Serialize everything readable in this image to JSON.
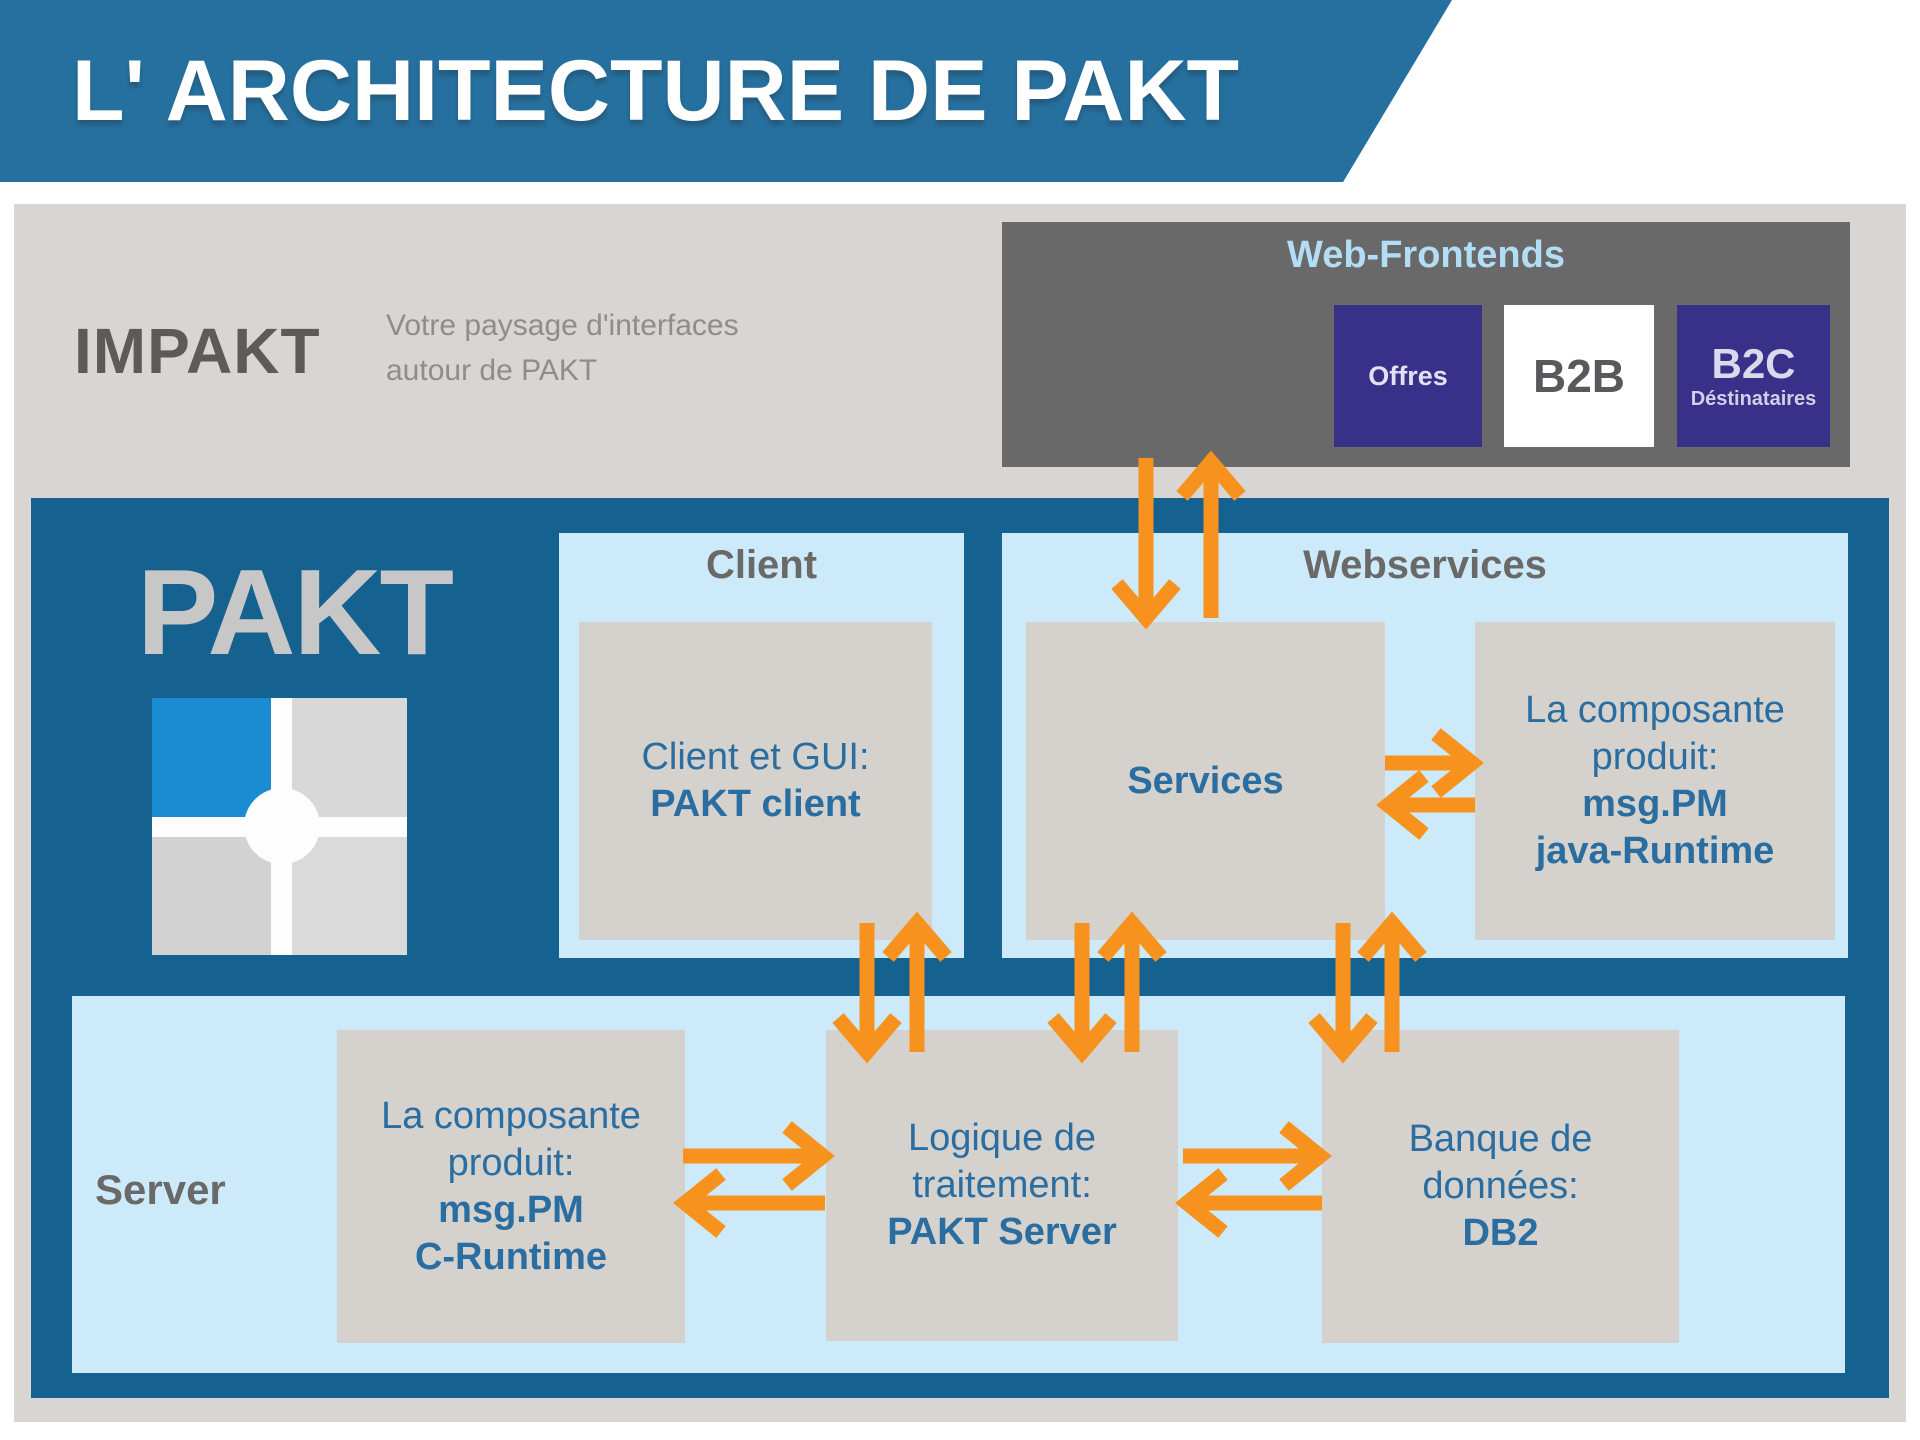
{
  "banner": {
    "title": "L' ARCHITECTURE DE PAKT"
  },
  "impakt": {
    "label": "IMPAKT",
    "subtitle_line1": "Votre paysage d'interfaces",
    "subtitle_line2": "autour de PAKT"
  },
  "web_frontends": {
    "title": "Web-Frontends",
    "boxes": [
      {
        "label": "Offres"
      },
      {
        "label": "B2B"
      },
      {
        "label": "B2C",
        "sublabel": "Déstinataires"
      }
    ]
  },
  "pakt": {
    "wordmark": "PAKT",
    "client": {
      "heading": "Client",
      "box_line1": "Client et GUI:",
      "box_line2": "PAKT client"
    },
    "webservices": {
      "heading": "Webservices",
      "services_label": "Services",
      "component_box": {
        "line1": "La composante",
        "line2": "produit:",
        "line3": "msg.PM",
        "line4": "java-Runtime"
      }
    },
    "server": {
      "heading": "Server",
      "c_runtime_box": {
        "line1": "La composante",
        "line2": "produit:",
        "line3": "msg.PM",
        "line4": "C-Runtime"
      },
      "pakt_server_box": {
        "line1": "Logique de",
        "line2": "traitement:",
        "line3": "PAKT Server"
      },
      "db2_box": {
        "line1": "Banque de",
        "line2": "données:",
        "line3": "DB2"
      }
    }
  },
  "connections": [
    {
      "from": "Web-Frontends",
      "to": "Services",
      "bidirectional": true
    },
    {
      "from": "Client (PAKT client)",
      "to": "PAKT Server",
      "bidirectional": true
    },
    {
      "from": "Services",
      "to": "PAKT Server",
      "bidirectional": true
    },
    {
      "from": "Webservices",
      "to": "Banque de données DB2",
      "bidirectional": true
    },
    {
      "from": "Services",
      "to": "msg.PM java-Runtime",
      "bidirectional": true
    },
    {
      "from": "msg.PM C-Runtime",
      "to": "PAKT Server",
      "bidirectional": true
    },
    {
      "from": "PAKT Server",
      "to": "DB2",
      "bidirectional": true
    }
  ],
  "colors": {
    "banner_blue": "#26709f",
    "container_blue": "#15618f",
    "light_blue": "#cdeafa",
    "panel_gray": "#d8d5d2",
    "box_gray": "#d5d2cd",
    "frontend_dark_gray": "#696969",
    "indigo": "#39308a",
    "orange": "#f6921d",
    "text_blue": "#2a6da1",
    "heading_gray": "#6b6968",
    "logo_blue": "#1b8cd1"
  }
}
